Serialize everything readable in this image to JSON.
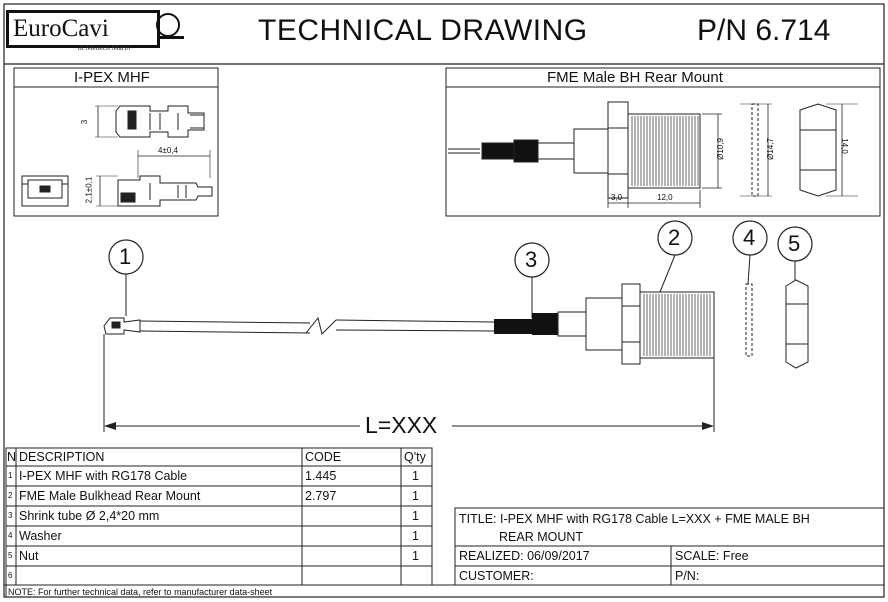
{
  "header": {
    "logo_text": "EuroCavi",
    "logo_subtext": "di Menech Mario",
    "title": "TECHNICAL DRAWING",
    "part_number": "P/N 6.714"
  },
  "detail_left": {
    "title": "I-PEX MHF",
    "dim_height": "3",
    "dim_length": "4±0,4",
    "dim_thickness": "2,1±0,1"
  },
  "detail_right": {
    "title": "FME Male BH Rear Mount",
    "dim_thread": "Ø10,9",
    "dim_washer": "Ø14,7",
    "dim_nut": "14,0",
    "dim_flange": "3,0",
    "dim_body": "12,0"
  },
  "assembly": {
    "balloons": [
      "1",
      "2",
      "3",
      "4",
      "5"
    ],
    "length_label": "L=XXX"
  },
  "bom": {
    "headers": {
      "n": "N",
      "description": "DESCRIPTION",
      "code": "CODE",
      "qty": "Q'ty"
    },
    "rows": [
      {
        "n": "1",
        "description": "I-PEX MHF with RG178 Cable",
        "code": "1.445",
        "qty": "1"
      },
      {
        "n": "2",
        "description": "FME Male Bulkhead Rear Mount",
        "code": "2.797",
        "qty": "1"
      },
      {
        "n": "3",
        "description": "Shrink tube Ø 2,4*20 mm",
        "code": "",
        "qty": "1"
      },
      {
        "n": "4",
        "description": "Washer",
        "code": "",
        "qty": "1"
      },
      {
        "n": "5",
        "description": "Nut",
        "code": "",
        "qty": "1"
      },
      {
        "n": "6",
        "description": "",
        "code": "",
        "qty": ""
      }
    ],
    "note": "NOTE: For further technical data, refer to manufacturer data-sheet"
  },
  "title_block": {
    "title_line1": "TITLE: I-PEX MHF with RG178 Cable L=XXX + FME MALE BH",
    "title_line2": "REAR MOUNT",
    "realized": "REALIZED: 06/09/2017",
    "scale": "SCALE: Free",
    "customer": "CUSTOMER:",
    "pn": "P/N:"
  }
}
